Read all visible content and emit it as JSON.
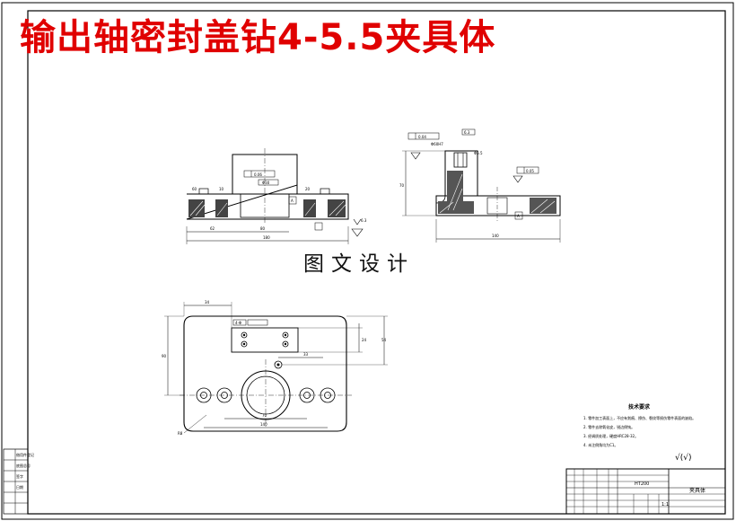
{
  "title": "输出轴密封盖钻4-5.5夹具体",
  "watermark": "图文设计",
  "drawing": {
    "tolerance_tags": [
      "0.06",
      "0.04",
      "0.05",
      "A"
    ],
    "roughness_mark": "√(√)"
  },
  "tech_notes": {
    "heading": "技术要求",
    "items": [
      "1. 零件加工表面上，不应有划痕、擦伤、裂纹等损伤零件表面的缺陷。",
      "2. 零件去除氧化皮，锐边倒钝。",
      "3. 经调质处理，硬度HRC28-32。",
      "4. 未注倒角均为C1。"
    ]
  },
  "title_block": {
    "part_name": "夹具体",
    "material": "HT200",
    "scale": "1:1"
  },
  "side_labels": [
    "借用件登记",
    "底图总号",
    "签字",
    "日期"
  ]
}
